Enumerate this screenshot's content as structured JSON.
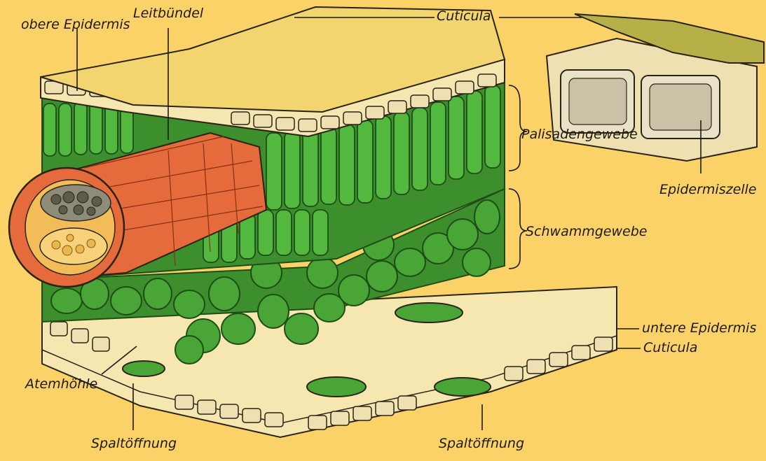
{
  "colors": {
    "background": "#fbd267",
    "cuticle_top": "#f2d56e",
    "palisade": "#4fb33b",
    "spongy": "#4aa537",
    "vascular_outer": "#e56a3c",
    "vascular_inner": "#f2bd58",
    "epidermis": "#f6e6b0",
    "outline": "#2a2416"
  },
  "icons": {
    "leaf_section": "leaf-cross-section-illustration",
    "epidermis_detail": "epidermis-cell-detail-illustration"
  },
  "labels": {
    "obere_epidermis": "obere Epidermis",
    "leitbuendel": "Leitbündel",
    "cuticula_top": "Cuticula",
    "palisadengewebe": "Palisadengewebe",
    "epidermiszelle": "Epidermiszelle",
    "schwammgewebe": "Schwammgewebe",
    "untere_epidermis": "untere Epidermis",
    "cuticula_bottom": "Cuticula",
    "atemhoehle": "Atemhöhle",
    "spaltoeffnung_left": "Spaltöffnung",
    "spaltoeffnung_right": "Spaltöffnung"
  }
}
